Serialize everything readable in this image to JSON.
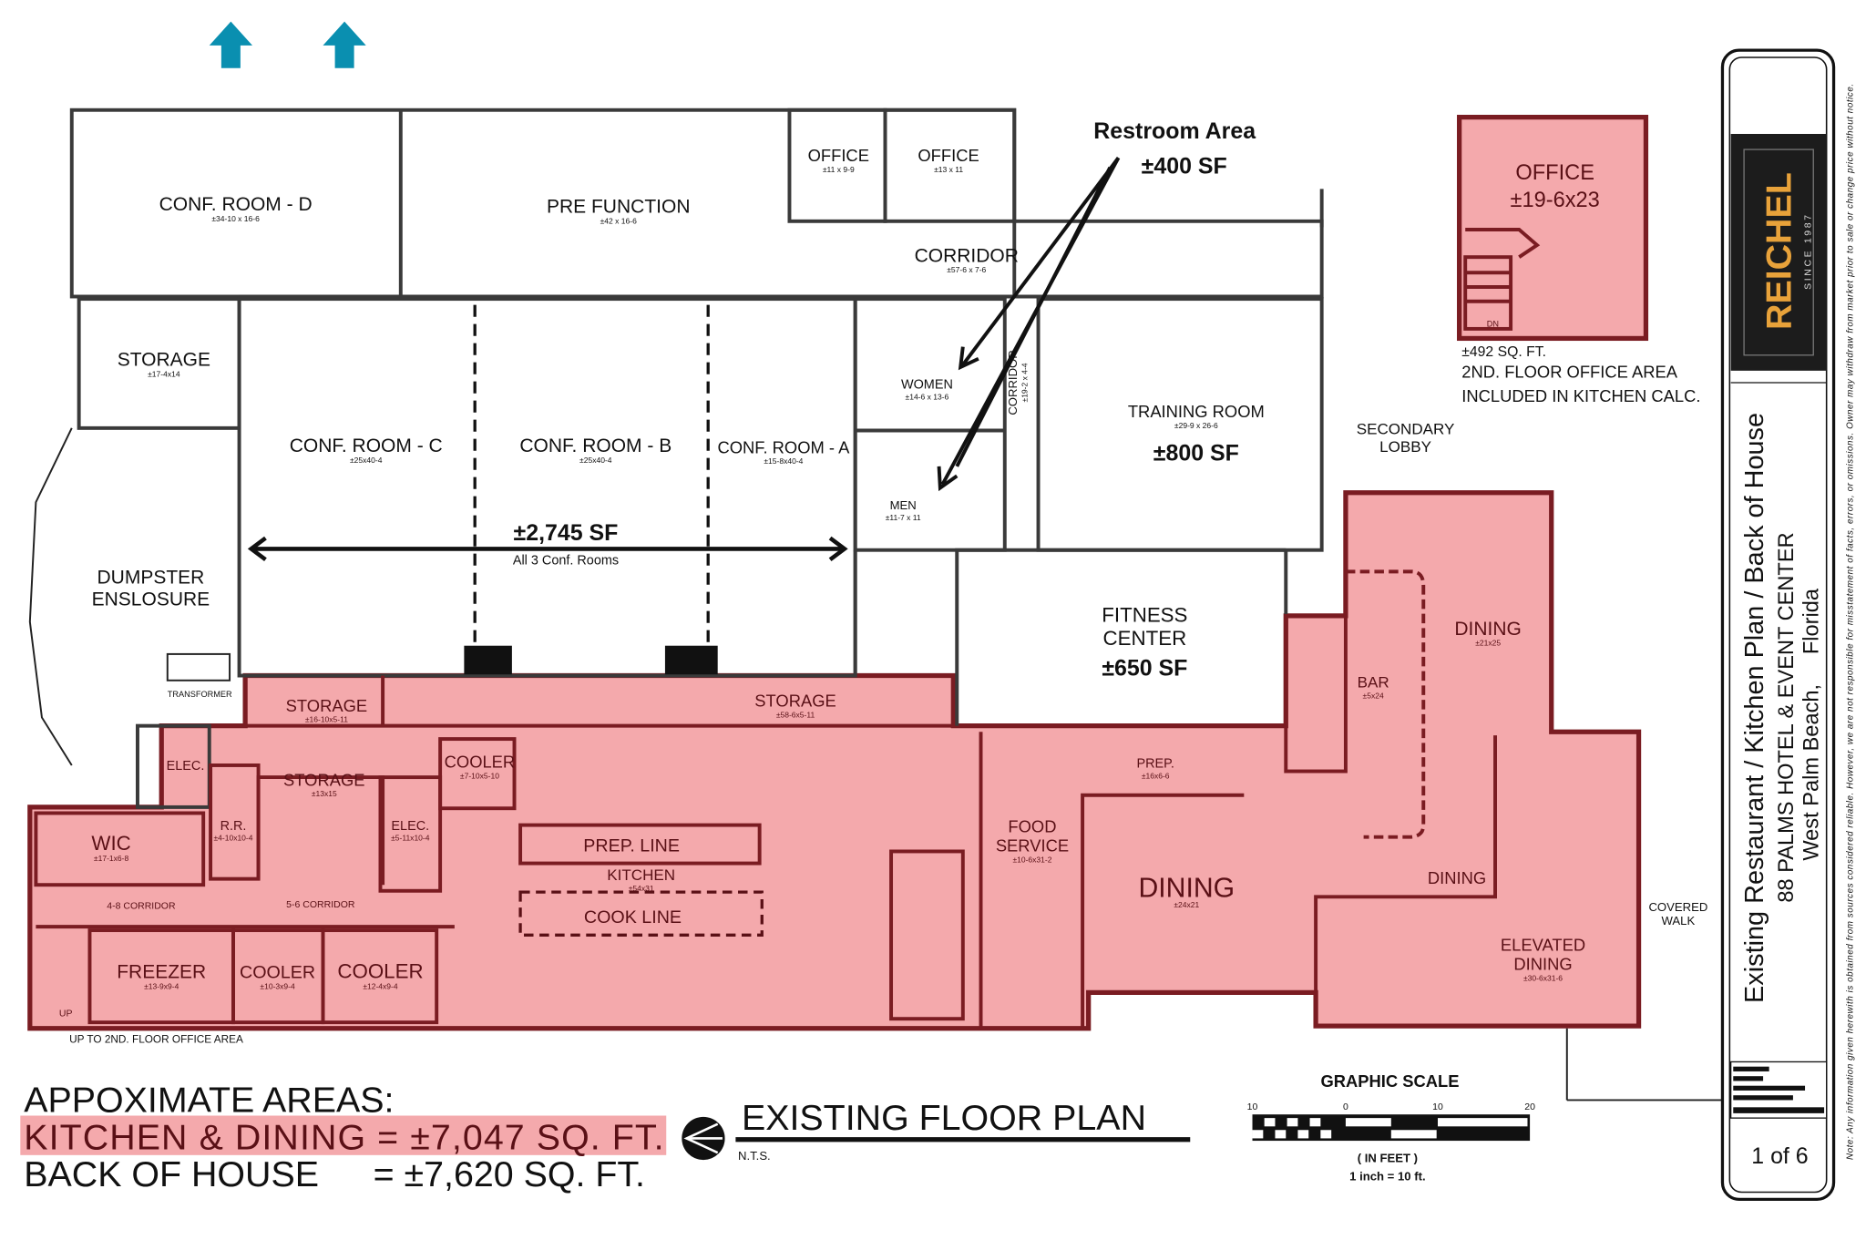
{
  "colors": {
    "kitchen_fill": "#f4a9ac",
    "kitchen_wall": "#7a1c22",
    "arrow": "#0a8fb0",
    "logo_bg": "#1c1c1c",
    "logo_text": "#e8a23a"
  },
  "rooms": [
    {
      "lines": [
        "CONF. ROOM - D"
      ],
      "dims": "±34-10 x 16-6"
    },
    {
      "lines": [
        "PRE FUNCTION"
      ],
      "dims": "±42 x 16-6"
    },
    {
      "lines": [
        "OFFICE"
      ],
      "dims": "±11 x 9-9"
    },
    {
      "lines": [
        "OFFICE"
      ],
      "dims": "±13 x 11"
    },
    {
      "lines": [
        "CORRIDOR"
      ],
      "dims": "±57-6 x 7-6"
    },
    {
      "lines": [
        "STORAGE"
      ],
      "dims": "±17-4x14"
    },
    {
      "lines": [
        "CONF. ROOM - C"
      ],
      "dims": "±25x40-4"
    },
    {
      "lines": [
        "CONF. ROOM - B"
      ],
      "dims": "±25x40-4"
    },
    {
      "lines": [
        "CONF. ROOM - A"
      ],
      "dims": "±15-8x40-4"
    },
    {
      "lines": [
        "WOMEN"
      ],
      "dims": "±14-6 x 13-6"
    },
    {
      "lines": [
        "MEN"
      ],
      "dims": "±11-7 x 11"
    },
    {
      "lines": [
        "CORRIDOR"
      ],
      "dims": "±19-2 x 4-4"
    },
    {
      "lines": [
        "TRAINING ROOM"
      ],
      "dims": "±29-9 x 26-6"
    },
    {
      "lines": [
        "DUMPSTER",
        "ENSLOSURE"
      ]
    },
    {
      "lines": [
        "STORAGE"
      ],
      "dims": "±16-10x5-11"
    },
    {
      "lines": [
        "STORAGE"
      ],
      "dims": "±58-6x5-11"
    },
    {
      "lines": [
        "ELEC."
      ]
    },
    {
      "lines": [
        "STORAGE"
      ],
      "dims": "±13x15"
    },
    {
      "lines": [
        "COOLER"
      ],
      "dims": "±7-10x5-10"
    },
    {
      "lines": [
        "R.R."
      ],
      "dims": "±4-10x10-4"
    },
    {
      "lines": [
        "ELEC."
      ],
      "dims": "±5-11x10-4"
    },
    {
      "lines": [
        "KITCHEN"
      ],
      "dims": "±54x31"
    },
    {
      "lines": [
        "WIC"
      ],
      "dims": "±17-1x6-8"
    },
    {
      "lines": [
        "4-8 CORRIDOR"
      ]
    },
    {
      "lines": [
        "5-6 CORRIDOR"
      ]
    },
    {
      "lines": [
        "FREEZER"
      ],
      "dims": "±13-9x9-4"
    },
    {
      "lines": [
        "COOLER"
      ],
      "dims": "±10-3x9-4"
    },
    {
      "lines": [
        "COOLER"
      ],
      "dims": "±12-4x9-4"
    },
    {
      "lines": [
        "FOOD",
        "SERVICE"
      ],
      "dims": "±10-6x31-2"
    },
    {
      "lines": [
        "PREP."
      ],
      "dims": "±16x6-6"
    },
    {
      "lines": [
        "DINING"
      ],
      "dims": "±24x21"
    },
    {
      "lines": [
        "BAR"
      ],
      "dims": "±5x24"
    },
    {
      "lines": [
        "DINING"
      ],
      "dims": "±21x25"
    },
    {
      "lines": [
        "DINING"
      ]
    },
    {
      "lines": [
        "ELEVATED",
        "DINING"
      ],
      "dims": "±30-6x31-6"
    },
    {
      "lines": [
        "FITNESS",
        "CENTER"
      ]
    },
    {
      "lines": [
        "SECONDARY",
        "LOBBY"
      ]
    },
    {
      "lines": [
        "TRANSFORMER"
      ]
    },
    {
      "lines": [
        "COVERED",
        "WALK"
      ]
    },
    {
      "lines": [
        "UP TO 2ND. FLOOR OFFICE AREA"
      ]
    },
    {
      "lines": [
        "UP"
      ]
    }
  ],
  "stations": {
    "prep_line": "PREP. LINE",
    "cook_line": "COOK LINE"
  },
  "callouts": {
    "restroom_title": "Restroom Area",
    "restroom_area": "±400 SF",
    "conf_area": "±2,745 SF",
    "conf_note": "All 3 Conf. Rooms",
    "training_area": "±800 SF",
    "fitness_area": "±650 SF"
  },
  "second_floor": {
    "office_label": "OFFICE",
    "office_dims": "±19-6x23",
    "stair_label": "DN",
    "area": "±492 SQ. FT.",
    "note_line1": "2ND. FLOOR OFFICE AREA",
    "note_line2": "INCLUDED IN KITCHEN CALC."
  },
  "areas": {
    "heading": "APPOXIMATE AREAS:",
    "kitchen_dining": "KITCHEN & DINING = ±7,047 SQ. FT.",
    "back_of_house_label": "BACK OF HOUSE",
    "back_of_house_value": "= ±7,620 SQ. FT."
  },
  "plan_title": {
    "title": "EXISTING FLOOR PLAN",
    "scale_note": "N.T.S."
  },
  "graphic_scale": {
    "title": "GRAPHIC SCALE",
    "ticks": [
      "10",
      "0",
      "10",
      "20"
    ],
    "units": "( IN FEET )",
    "ratio": "1 inch = 10 ft."
  },
  "title_block": {
    "logo": "REICHEL",
    "logo_tagline": "SINCE 1987",
    "project_title": "Existing Restaurant / Kitchen Plan / Back of House",
    "property": "88 PALMS HOTEL & EVENT CENTER",
    "location": "West Palm Beach,     Florida",
    "sheet": "1 of 6",
    "disclaimer": "Note: Any information given herewith is obtained from sources considered reliable. However, we are not responsible for misstatement of facts, errors, or omissions. Owner may withdraw from market prior to sale or change price without notice."
  }
}
